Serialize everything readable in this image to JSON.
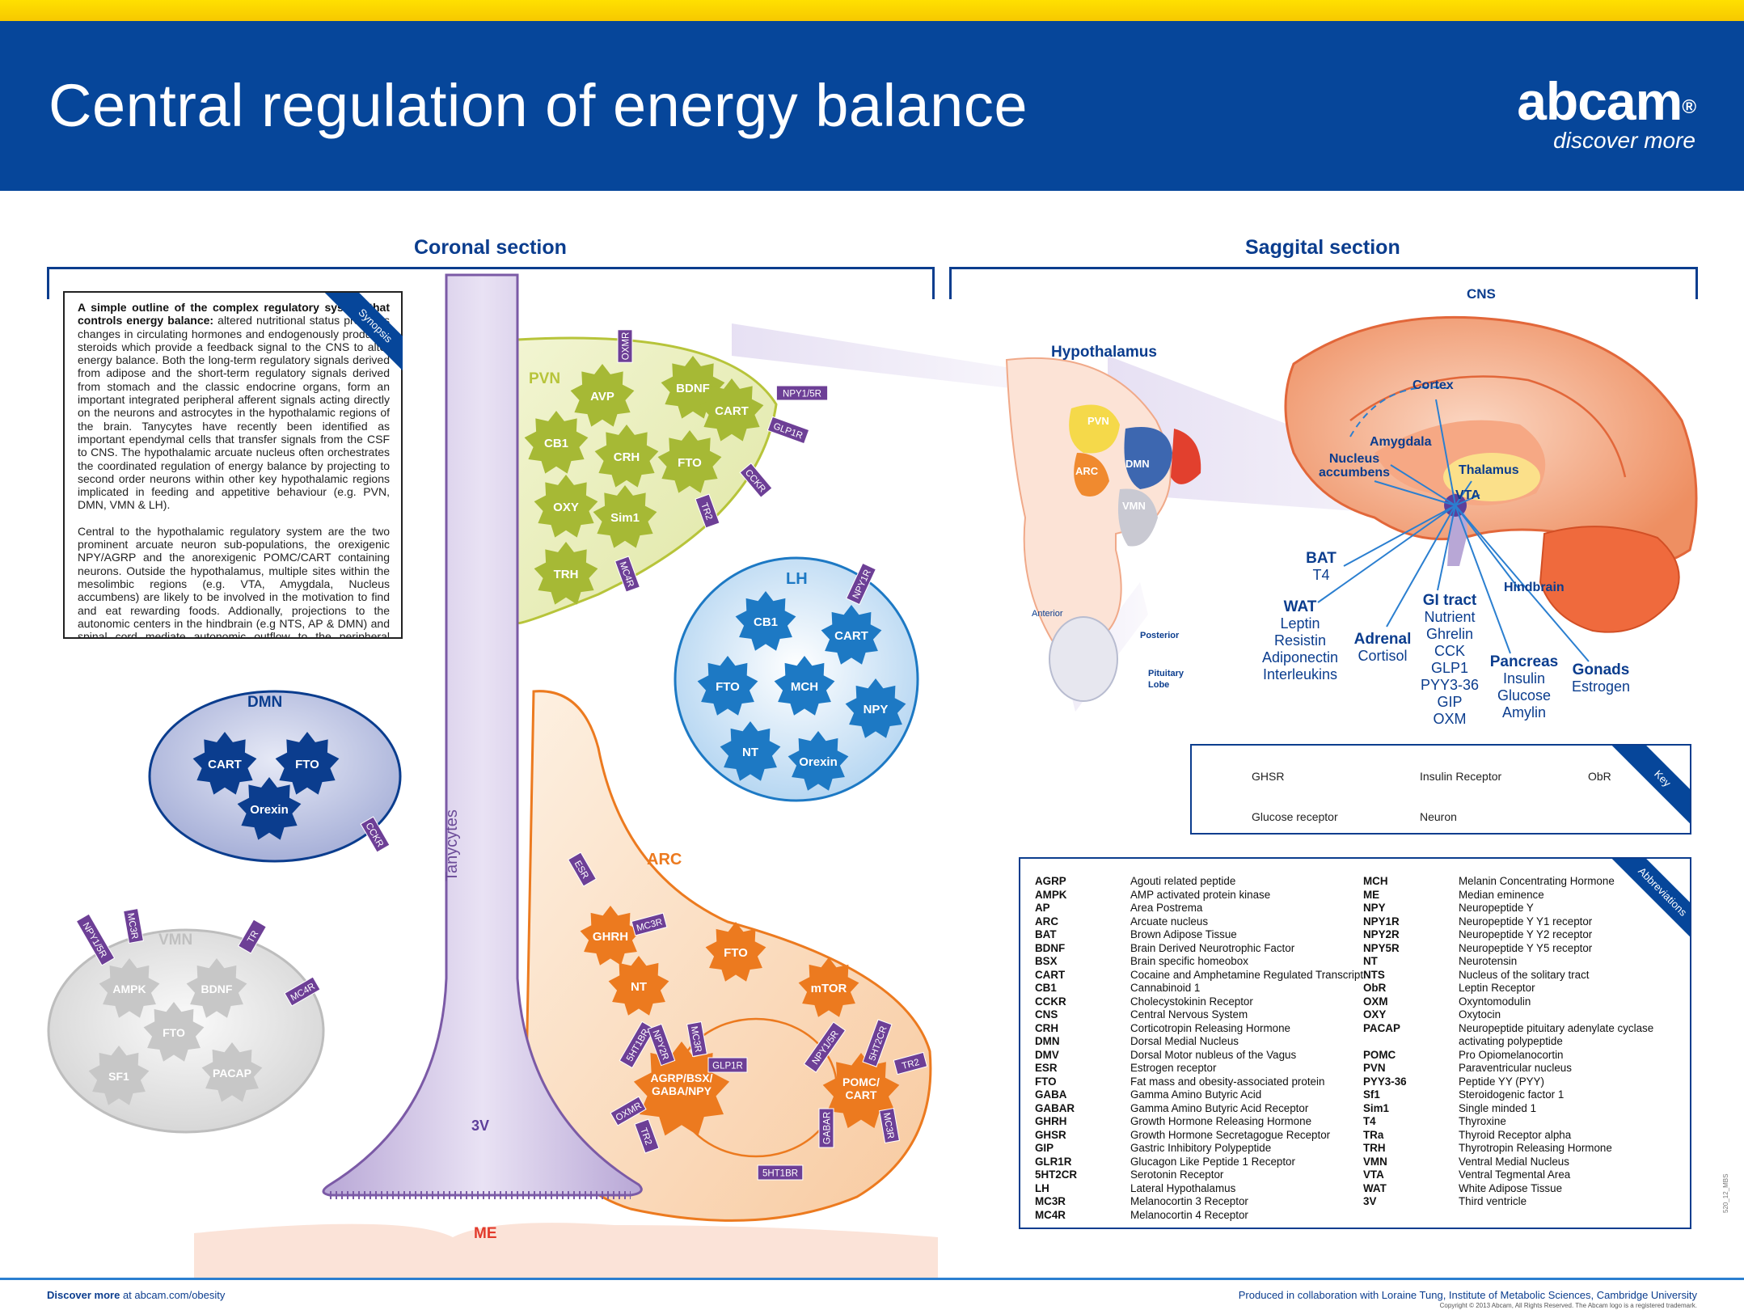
{
  "header": {
    "title": "Central regulation of energy balance",
    "logo_word": "abcam",
    "logo_mark": "®",
    "logo_tagline": "discover more",
    "brand_blue": "#06469a",
    "stripe_yellow": "#f6c800"
  },
  "sections": {
    "coronal": "Coronal section",
    "sagittal": "Saggital section"
  },
  "synopsis": {
    "flag": "Synopsis",
    "lead_bold": "A simple outline of the complex regulatory system that controls energy balance:",
    "para1": "altered nutritional status provokes changes in circulating hormones and endogenously produced steroids which provide a feedback signal to the CNS to alter energy balance. Both the long-term regulatory signals derived from adipose and the short-term regulatory signals derived from stomach and the classic endocrine organs, form an important integrated peripheral afferent signals acting directly on the neurons and astrocytes in the hypothalamic regions of the brain. Tanycytes have recently been identified as important ependymal cells that transfer signals from the CSF to CNS. The hypothalamic arcuate nucleus often orchestrates the coordinated regulation of energy balance by projecting to second order neurons within other key hypothalamic regions implicated in feeding and appetitive behaviour (e.g. PVN, DMN, VMN & LH).",
    "para2": "Central to the hypothalamic regulatory system are the two prominent arcuate neuron sub-populations, the orexigenic NPY/AGRP and the anorexigenic POMC/CART containing neurons. Outside the hypothalamus, multiple sites within the mesolimbic regions (e.g. VTA, Amygdala, Nucleus accumbens) are likely to be involved in the motivation to find and eat rewarding foods. Addionally, projections to the autonomic centers in the hindbrain (e.g NTS, AP & DMN) and spinal cord mediate autonomic outflow to the peripheral organs including the gut and adipose tissue."
  },
  "coronal": {
    "pvn": {
      "label": "PVN",
      "neurons": [
        "AVP",
        "BDNF",
        "CART",
        "CB1",
        "CRH",
        "FTO",
        "OXY",
        "Sim1",
        "TRH"
      ],
      "receptors": [
        "OXMR",
        "NPY1/5R",
        "GLP1R",
        "CCKR",
        "TR2",
        "MC4R"
      ]
    },
    "lh": {
      "label": "LH",
      "neurons": [
        "CB1",
        "CART",
        "FTO",
        "MCH",
        "NPY",
        "NT",
        "Orexin"
      ],
      "receptors": [
        "NPY1R"
      ]
    },
    "dmn": {
      "label": "DMN",
      "neurons": [
        "CART",
        "FTO",
        "Orexin"
      ],
      "receptors": [
        "CCKR"
      ]
    },
    "vmn": {
      "label": "VMN",
      "neurons": [
        "AMPK",
        "BDNF",
        "FTO",
        "SF1",
        "PACAP"
      ],
      "receptors": [
        "NPY1/5R",
        "MC3R",
        "TR",
        "MC4R"
      ]
    },
    "arc": {
      "label": "ARC",
      "neurons": [
        "GHRH",
        "FTO",
        "NT",
        "mTOR"
      ],
      "agrp": "AGRP/BSX/ GABA/NPY",
      "pomc": "POMC/ CART",
      "receptors": [
        "ESR",
        "MC3R",
        "5HT1BR",
        "NPY2R",
        "MC3R",
        "GLP1R",
        "OXMR",
        "TR2",
        "NPY1/5R",
        "5HT2CR",
        "TR2",
        "GABAR",
        "MC3R",
        "5HT1BR"
      ]
    },
    "tanycytes": "Tanycytes",
    "third_ventricle": "3V",
    "median_eminence": "ME"
  },
  "sagittal": {
    "hypothalamus": {
      "title": "Hypothalamus",
      "nuclei": [
        "PVN",
        "ARC",
        "DMN",
        "VMN"
      ],
      "anterior": "Anterior",
      "posterior": "Posterior",
      "pituitary": "Pituitary Lobe"
    },
    "cns": "CNS",
    "regions": [
      "Cortex",
      "Amygdala",
      "Nucleus accumbens",
      "Thalamus",
      "VTA",
      "Hindbrain"
    ],
    "organs": [
      {
        "name": "BAT",
        "signals": [
          "T4"
        ]
      },
      {
        "name": "WAT",
        "signals": [
          "Leptin",
          "Resistin",
          "Adiponectin",
          "Interleukins"
        ]
      },
      {
        "name": "Adrenal",
        "signals": [
          "Cortisol"
        ]
      },
      {
        "name": "GI tract",
        "signals": [
          "Nutrient",
          "Ghrelin",
          "CCK",
          "GLP1",
          "PYY3-36",
          "GIP",
          "OXM"
        ]
      },
      {
        "name": "Pancreas",
        "signals": [
          "Insulin",
          "Glucose",
          "Amylin"
        ]
      },
      {
        "name": "Gonads",
        "signals": [
          "Estrogen"
        ]
      }
    ]
  },
  "key": {
    "flag": "Key",
    "items": [
      "GHSR",
      "Insulin Receptor",
      "ObR",
      "Glucose receptor",
      "Neuron"
    ]
  },
  "abbreviations": {
    "flag": "Abbreviations",
    "left": [
      [
        "AGRP",
        "Agouti related peptide"
      ],
      [
        "AMPK",
        "AMP activated protein kinase"
      ],
      [
        "AP",
        "Area Postrema"
      ],
      [
        "ARC",
        "Arcuate nucleus"
      ],
      [
        "BAT",
        "Brown Adipose Tissue"
      ],
      [
        "BDNF",
        "Brain Derived Neurotrophic Factor"
      ],
      [
        "BSX",
        "Brain specific homeobox"
      ],
      [
        "CART",
        "Cocaine and Amphetamine Regulated Transcript"
      ],
      [
        "CB1",
        "Cannabinoid 1"
      ],
      [
        "CCKR",
        "Cholecystokinin Receptor"
      ],
      [
        "CNS",
        "Central Nervous System"
      ],
      [
        "CRH",
        "Corticotropin Releasing Hormone"
      ],
      [
        "DMN",
        "Dorsal Medial Nucleus"
      ],
      [
        "DMV",
        "Dorsal Motor nubleus of the Vagus"
      ],
      [
        "ESR",
        "Estrogen receptor"
      ],
      [
        "FTO",
        "Fat mass and obesity-associated protein"
      ],
      [
        "GABA",
        "Gamma Amino Butyric Acid"
      ],
      [
        "GABAR",
        "Gamma Amino Butyric Acid Receptor"
      ],
      [
        "GHRH",
        "Growth Hormone Releasing Hormone"
      ],
      [
        "GHSR",
        "Growth Hormone Secretagogue Receptor"
      ],
      [
        "GIP",
        "Gastric Inhibitory Polypeptide"
      ],
      [
        "GLR1R",
        "Glucagon Like Peptide 1 Receptor"
      ],
      [
        "5HT2CR",
        "Serotonin Receptor"
      ],
      [
        "LH",
        "Lateral Hypothalamus"
      ],
      [
        "MC3R",
        "Melanocortin 3 Receptor"
      ],
      [
        "MC4R",
        "Melanocortin 4 Receptor"
      ]
    ],
    "right": [
      [
        "MCH",
        "Melanin Concentrating Hormone"
      ],
      [
        "ME",
        "Median eminence"
      ],
      [
        "NPY",
        "Neuropeptide Y"
      ],
      [
        "NPY1R",
        "Neuropeptide Y Y1 receptor"
      ],
      [
        "NPY2R",
        "Neuropeptide Y Y2 receptor"
      ],
      [
        "NPY5R",
        "Neuropeptide Y Y5 receptor"
      ],
      [
        "NT",
        "Neurotensin"
      ],
      [
        "NTS",
        "Nucleus of the solitary tract"
      ],
      [
        "ObR",
        "Leptin Receptor"
      ],
      [
        "OXM",
        "Oxyntomodulin"
      ],
      [
        "OXY",
        "Oxytocin"
      ],
      [
        "PACAP",
        "Neuropeptide pituitary adenylate cyclase"
      ],
      [
        "",
        "activating polypeptide"
      ],
      [
        "POMC",
        "Pro Opiomelanocortin"
      ],
      [
        "PVN",
        "Paraventricular nucleus"
      ],
      [
        "PYY3-36",
        "Peptide YY (PYY)"
      ],
      [
        "Sf1",
        "Steroidogenic factor 1"
      ],
      [
        "Sim1",
        "Single minded 1"
      ],
      [
        "T4",
        "Thyroxine"
      ],
      [
        "TRa",
        "Thyroid Receptor alpha"
      ],
      [
        "TRH",
        "Thyrotropin Releasing Hormone"
      ],
      [
        "VMN",
        "Ventral Medial Nucleus"
      ],
      [
        "VTA",
        "Ventral Tegmental Area"
      ],
      [
        "WAT",
        "White Adipose Tissue"
      ],
      [
        "3V",
        "Third ventricle"
      ]
    ]
  },
  "footer": {
    "discover_bold": "Discover more",
    "discover_rest": " at abcam.com/obesity",
    "produced": "Produced in collaboration with Loraine Tung, Institute of Metabolic Sciences, Cambridge University",
    "copyright": "Copyright © 2013 Abcam, All Rights Reserved. The Abcam logo is a registered trademark.",
    "code": "520_12_MBS"
  }
}
